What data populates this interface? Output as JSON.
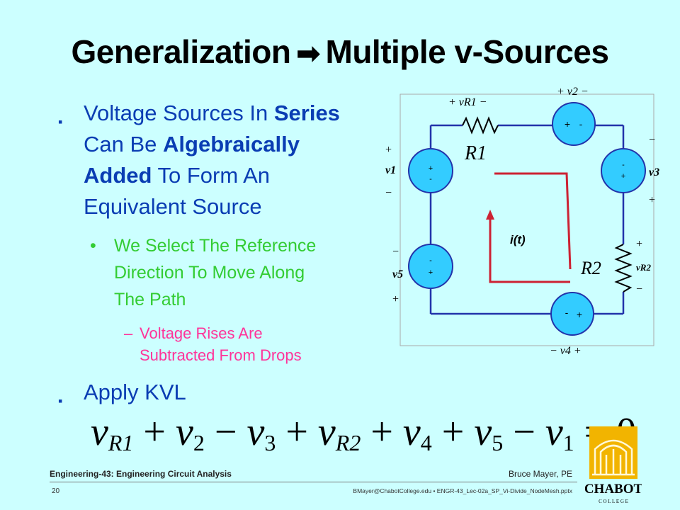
{
  "title": {
    "left": "Generalization",
    "arrow": "➡",
    "right": "Multiple v-Sources"
  },
  "bullets": {
    "marker": "▪",
    "b1": {
      "line1_pre": "Voltage Sources In ",
      "line1_bold": "Series",
      "line2_pre": "Can Be ",
      "line2_bold": "Algebraically",
      "line3_bold": "Added",
      "line3_post": " To Form An",
      "line4": "Equivalent Source"
    },
    "sub": {
      "dot": "•",
      "line1": "We Select The Reference",
      "line2": "Direction To Move Along",
      "line3": "The Path"
    },
    "subsub": {
      "dash": "–",
      "line1": "Voltage Rises Are",
      "line2": "Subtracted From Drops"
    },
    "b2": "Apply KVL"
  },
  "equation": {
    "t1": "v",
    "t1s": "R1",
    "op1": " + ",
    "t2": "v",
    "t2s": "2",
    "op2": " − ",
    "t3": "v",
    "t3s": "3",
    "op3": " + ",
    "t4": "v",
    "t4s": "R2",
    "op4": " + ",
    "t5": "v",
    "t5s": "4",
    "op5": " + ",
    "t6": "v",
    "t6s": "5",
    "op6": " − ",
    "t7": "v",
    "t7s": "1",
    "rhs": " = 0"
  },
  "circuit": {
    "label_vR1": "+ vR1 −",
    "label_v2": "+ v2 −",
    "label_R1": "R1",
    "label_R2": "R2",
    "label_current": "i(t)",
    "label_v1_plus": "+",
    "label_v1": "v1",
    "label_v1_minus": "−",
    "label_v5_minus": "−",
    "label_v5": "v5",
    "label_v5_plus": "+",
    "label_v3_minus": "−",
    "label_v3": "v3",
    "label_v3_plus": "+",
    "label_vR2_plus": "+",
    "label_vR2": "vR2",
    "label_vR2_minus": "−",
    "label_v4": "− v4 +",
    "src_plus": "+",
    "src_minus": "-",
    "loop_color": "#cc2233",
    "source_color": "#33ccff"
  },
  "footer": {
    "course": "Engineering-43: Engineering Circuit Analysis",
    "author": "Bruce Mayer, PE",
    "page": "20",
    "file": "BMayer@ChabotCollege.edu  •  ENGR-43_Lec-02a_SP_Vi-Divide_NodeMesh.pptx"
  },
  "logo": {
    "name": "CHABOT",
    "sub": "C O L L E G E"
  },
  "colors": {
    "background": "#ccffff",
    "bullet": "#0a3db3",
    "sub_bullet": "#33cc33",
    "subsub_bullet": "#ff3399"
  }
}
